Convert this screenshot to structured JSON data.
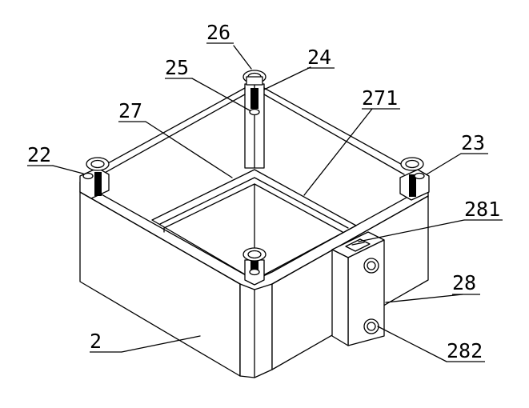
{
  "figure": {
    "labels": [
      {
        "id": "l-26",
        "text": "26"
      },
      {
        "id": "l-24",
        "text": "24"
      },
      {
        "id": "l-25",
        "text": "25"
      },
      {
        "id": "l-271",
        "text": "271"
      },
      {
        "id": "l-27",
        "text": "27"
      },
      {
        "id": "l-22",
        "text": "22"
      },
      {
        "id": "l-23",
        "text": "23"
      },
      {
        "id": "l-281",
        "text": "281"
      },
      {
        "id": "l-28",
        "text": "28"
      },
      {
        "id": "l-2",
        "text": "2"
      },
      {
        "id": "l-282",
        "text": "282"
      }
    ]
  }
}
